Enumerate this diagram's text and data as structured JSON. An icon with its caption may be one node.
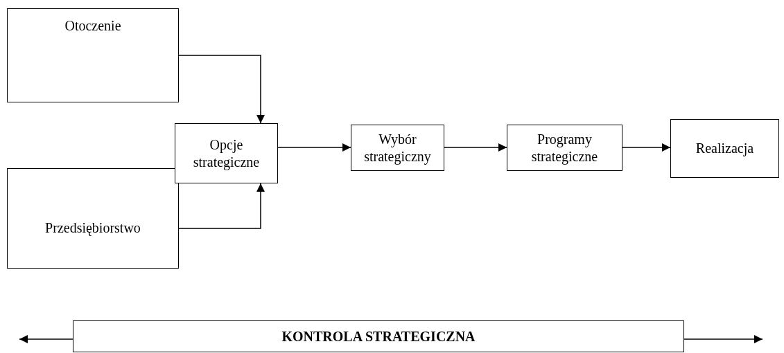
{
  "diagram": {
    "nodes": [
      {
        "text": [
          "Otoczenie"
        ]
      },
      {
        "text": [
          "Przedsiębiorstwo"
        ]
      },
      {
        "text": [
          "Opcje strategiczne"
        ]
      },
      {
        "text": [
          "Wybór strategiczny"
        ]
      },
      {
        "text": [
          "Programy strategiczne"
        ]
      },
      {
        "text": [
          "Realizacja"
        ]
      },
      {
        "text": [
          "KONTROLA STRATEGICZNA"
        ]
      }
    ],
    "edges": [
      {
        "from": 0,
        "to": 2,
        "arrow": "to"
      },
      {
        "from": 1,
        "to": 2,
        "arrow": "to"
      },
      {
        "from": 2,
        "to": 3,
        "arrow": "to"
      },
      {
        "from": 3,
        "to": 4,
        "arrow": "to"
      },
      {
        "from": 4,
        "to": 5,
        "arrow": "to"
      },
      {
        "from": 6,
        "to": null,
        "arrow": "to"
      },
      {
        "from": 6,
        "to": null,
        "arrow": "to"
      }
    ]
  }
}
